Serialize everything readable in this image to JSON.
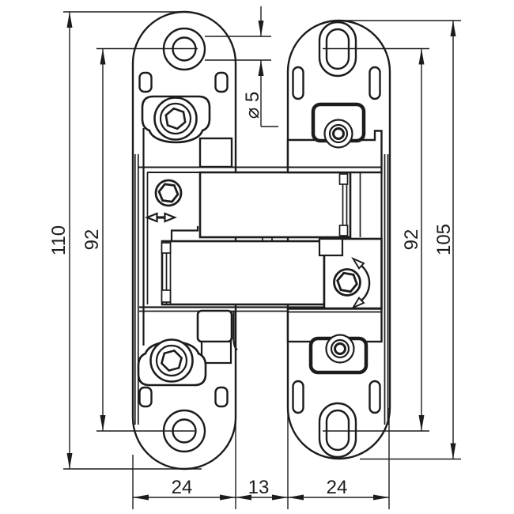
{
  "drawing": {
    "title": "concealed hinge technical drawing, front view",
    "colors": {
      "line": "#1c1c1c",
      "background": "#ffffff"
    },
    "dims": {
      "left_outer": "110",
      "left_holes": "92",
      "hole_diameter": "⌀ 5",
      "right_holes": "92",
      "right_outer": "105",
      "bottom_left_plate": "24",
      "bottom_gap": "13",
      "bottom_right_plate": "24"
    }
  }
}
